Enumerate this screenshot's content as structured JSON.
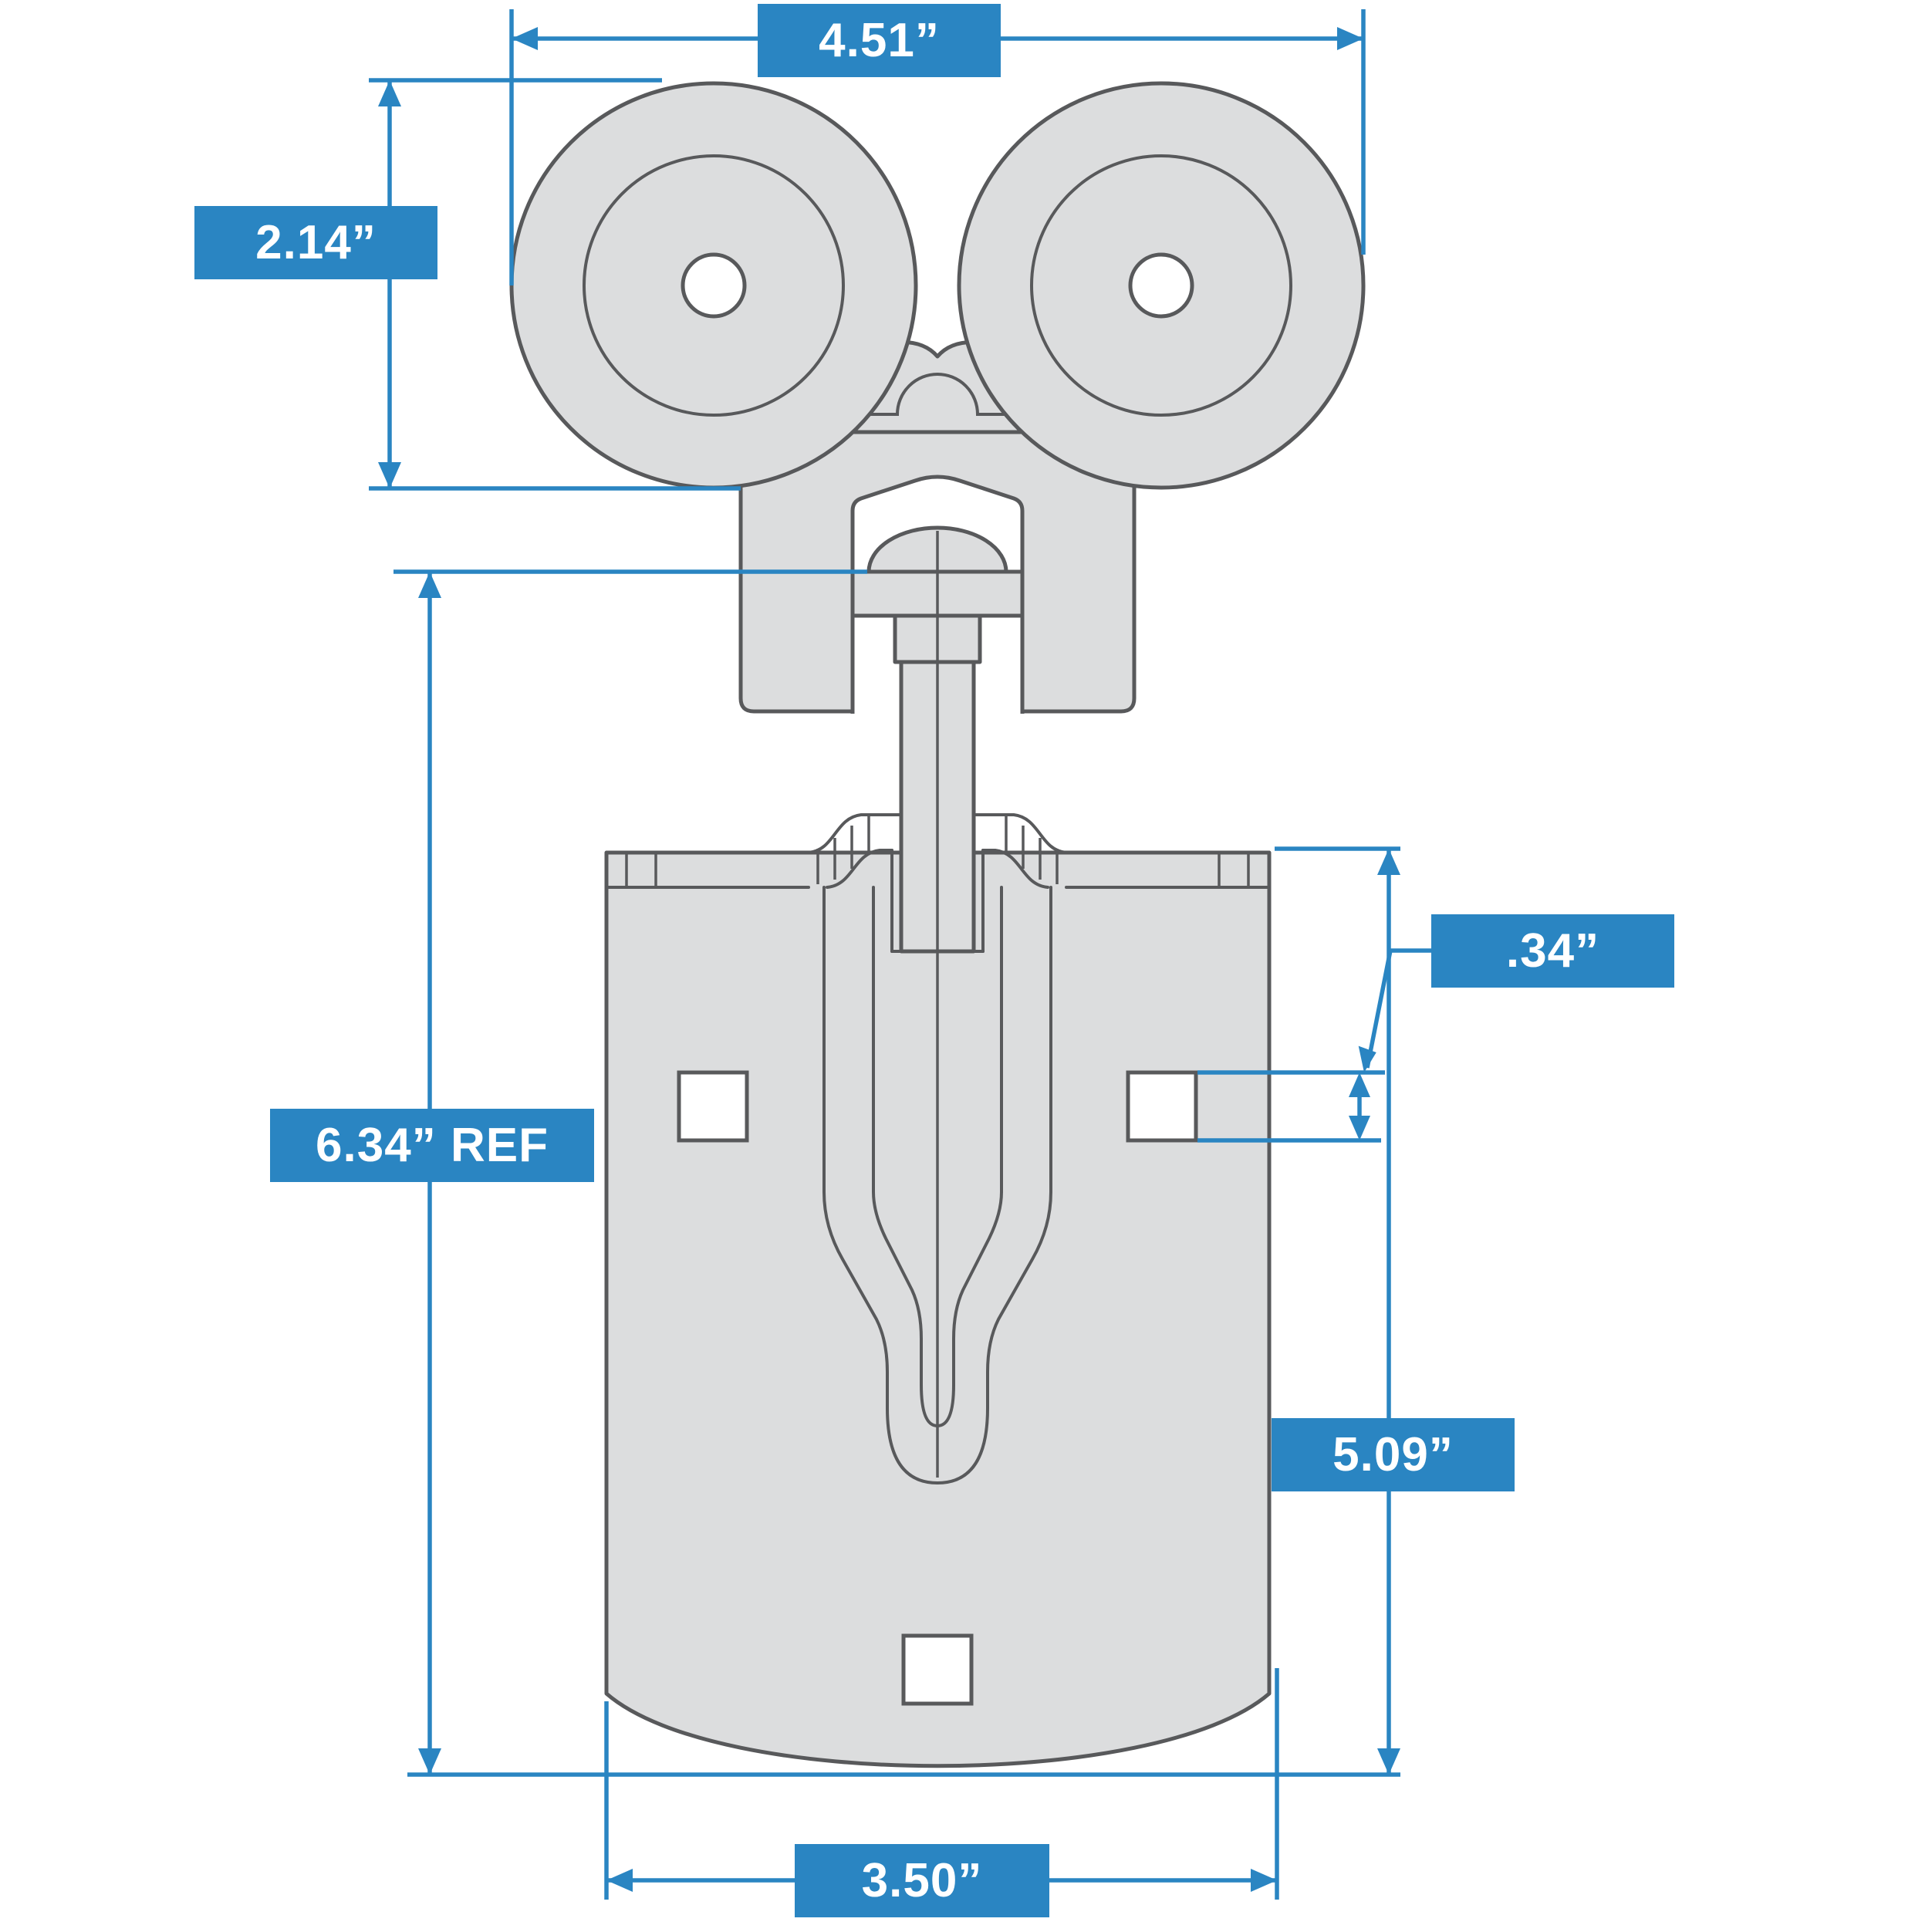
{
  "document": {
    "type": "technical dimension drawing",
    "subject": "sliding-door hanger trolley with two wheels and mounting strap plate",
    "units": "inches"
  },
  "colors": {
    "dimension_blue": "#2A85C2",
    "part_fill": "#DCDDDE",
    "part_outline": "#58595B",
    "label_text": "#FFFFFF",
    "background": "#FFFFFF"
  },
  "dimensions": {
    "top_width": {
      "label": "4.51”",
      "value": 4.51,
      "measures": "overall width across both wheels"
    },
    "wheel_height": {
      "label": "2.14”",
      "value": 2.14,
      "measures": "wheel trolley height"
    },
    "hole_size": {
      "label": ".34”",
      "value": 0.34,
      "measures": "mounting hole height"
    },
    "overall_height": {
      "label": "6.34” REF",
      "value": 6.34,
      "measures": "height from bolt seat to bottom of strap (reference)"
    },
    "strap_height": {
      "label": "5.09”",
      "value": 5.09,
      "measures": "strap plate height"
    },
    "strap_width": {
      "label": "3.50”",
      "value": 3.5,
      "measures": "strap plate width"
    }
  }
}
